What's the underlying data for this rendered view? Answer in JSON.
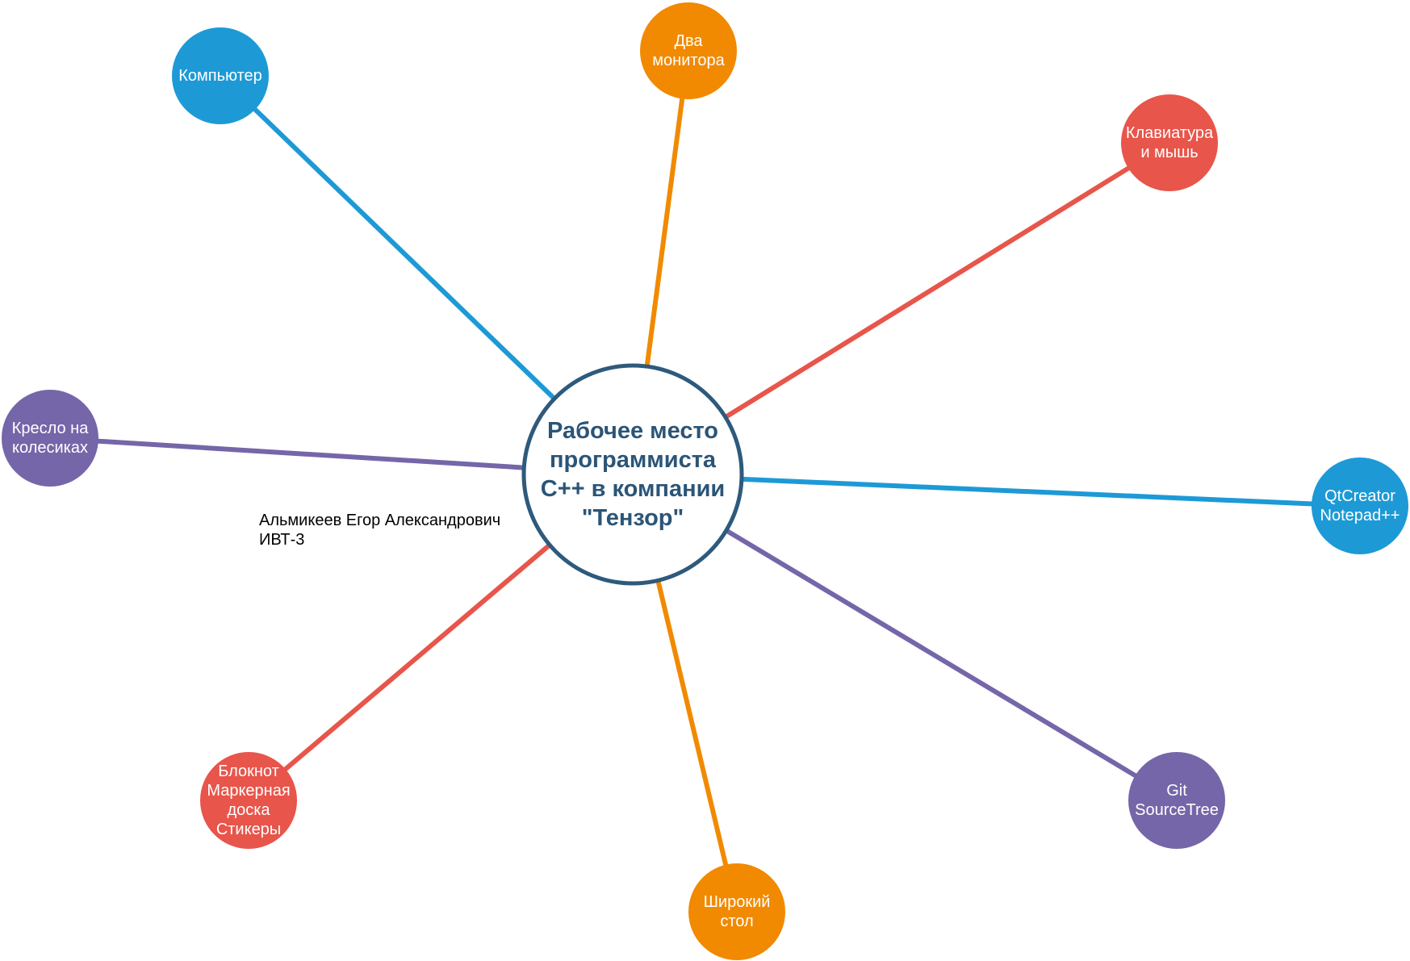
{
  "center": {
    "lines": [
      "Рабочее место",
      "программиста",
      "С++ в компании",
      "\"Тензор\""
    ],
    "border_color": "#2e5a7c",
    "text_color": "#2b5577"
  },
  "colors": {
    "blue": "#1d9ad6",
    "orange": "#f18a00",
    "red": "#e8554a",
    "purple": "#7566a9"
  },
  "nodes": [
    {
      "id": "computer",
      "lines": [
        "Компьютер"
      ],
      "color": "blue"
    },
    {
      "id": "two-monitors",
      "lines": [
        "Два",
        "монитора"
      ],
      "color": "orange"
    },
    {
      "id": "keyboard-mouse",
      "lines": [
        "Клавиатура",
        "и мышь"
      ],
      "color": "red"
    },
    {
      "id": "chair",
      "lines": [
        "Кресло на",
        "колесиках"
      ],
      "color": "purple"
    },
    {
      "id": "qtcreator",
      "lines": [
        "QtCreator",
        "Notepad++"
      ],
      "color": "blue"
    },
    {
      "id": "notebook",
      "lines": [
        "Блокнот",
        "Маркерная",
        "доска",
        "Стикеры"
      ],
      "color": "red"
    },
    {
      "id": "git",
      "lines": [
        "Git",
        "SourceTree"
      ],
      "color": "purple"
    },
    {
      "id": "wide-desk",
      "lines": [
        "Широкий",
        "стол"
      ],
      "color": "orange"
    }
  ],
  "author": {
    "name": "Альмикеев Егор Александрович",
    "group": "ИВТ-3"
  }
}
